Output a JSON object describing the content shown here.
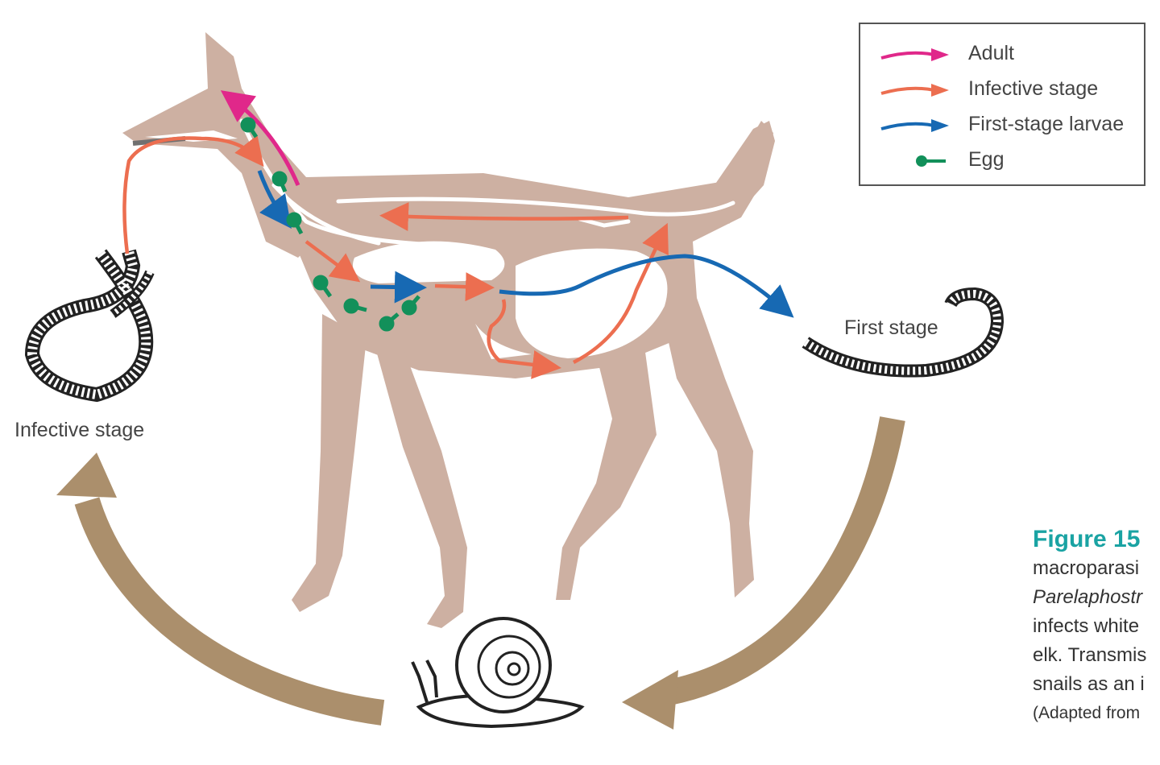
{
  "labels": {
    "infective_stage": "Infective stage",
    "first_stage": "First stage"
  },
  "legend": {
    "items": [
      {
        "label": "Adult",
        "color": "#e0288a",
        "kind": "arrow"
      },
      {
        "label": "Infective stage",
        "color": "#ec6e50",
        "kind": "arrow"
      },
      {
        "label": "First-stage larvae",
        "color": "#1769b3",
        "kind": "arrow"
      },
      {
        "label": "Egg",
        "color": "#12905a",
        "kind": "egg"
      }
    ]
  },
  "caption": {
    "title": "Figure 15",
    "lines": [
      {
        "text": "macroparasi",
        "style": "normal"
      },
      {
        "text": "Parelaphostr",
        "style": "italic"
      },
      {
        "text": "infects white",
        "style": "normal"
      },
      {
        "text": "elk. Transmis",
        "style": "normal"
      },
      {
        "text": "snails as an i",
        "style": "normal"
      },
      {
        "text": "(Adapted from",
        "style": "small"
      }
    ]
  },
  "colors": {
    "body": "#cdb0a2",
    "cycle_arrow": "#ab8f6c",
    "adult": "#e0288a",
    "infective": "#ec6e50",
    "larvae": "#1769b3",
    "egg": "#12905a"
  }
}
